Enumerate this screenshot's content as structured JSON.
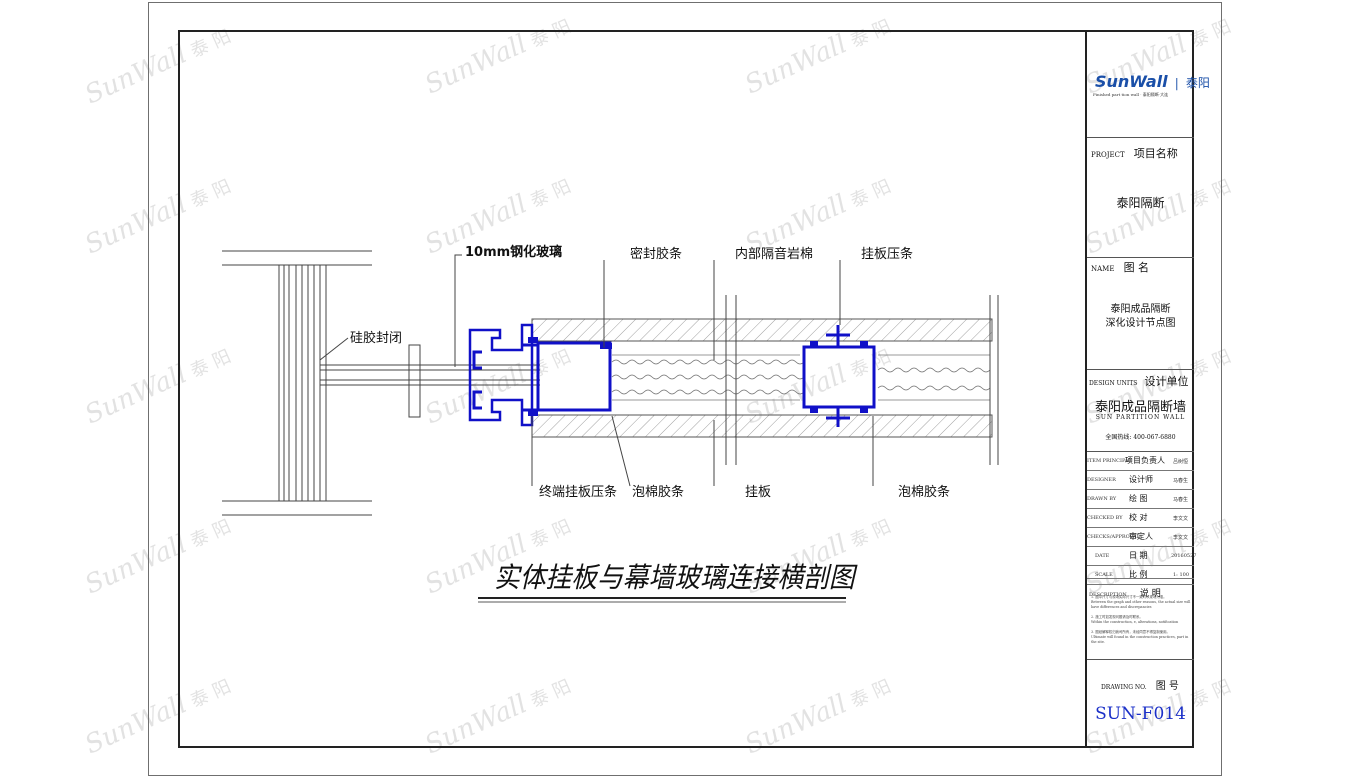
{
  "watermark": {
    "brand": "SunWall",
    "cn": "泰 阳"
  },
  "labels": {
    "glass": "10mm钢化玻璃",
    "silicone": "硅胶封闭",
    "seal_strip": "密封胶条",
    "rockwool": "内部隔音岩棉",
    "hang_clip": "挂板压条",
    "end_clip": "终端挂板压条",
    "foam_strip_1": "泡棉胶条",
    "hang_panel": "挂板",
    "foam_strip_2": "泡棉胶条"
  },
  "drawing_title": "实体挂板与幕墙玻璃连接横剖图",
  "titleblock": {
    "logo_text": "SunWall",
    "logo_cn": "泰阳",
    "logo_sub": "Finished part tion wall · 泰阳隔断·大连",
    "project_label": "PROJECT",
    "project_label_cn": "项目名称",
    "project_name": "泰阳隔断",
    "name_label": "NAME",
    "name_label_cn": "图 名",
    "drawing_name_1": "泰阳成品隔断",
    "drawing_name_2": "深化设计节点图",
    "design_units_label": "DESIGN UNITS",
    "design_units_cn": "设计单位",
    "company": "泰阳成品隔断墙",
    "company_en": "SUN PARTITION WALL",
    "hotline": "全国热线: 400-067-6880",
    "rows": [
      {
        "en": "ITEM PRINCIPAL",
        "cn": "项目负责人",
        "val": "吕树恒"
      },
      {
        "en": "DESIGNER",
        "cn": "设计师",
        "val": "马春生"
      },
      {
        "en": "DRAWN BY",
        "cn": "绘 图",
        "val": "马春生"
      },
      {
        "en": "CHECKED BY",
        "cn": "校 对",
        "val": "李文文"
      },
      {
        "en": "CHECKS/APPROVAL",
        "cn": "审定人",
        "val": "李文文"
      },
      {
        "en": "DATE",
        "cn": "日 期",
        "val": "20160527"
      },
      {
        "en": "SCALE",
        "cn": "比 例",
        "val": "1: 100"
      }
    ],
    "description_label": "DESCRIPTION",
    "description_cn": "说 明",
    "notes": [
      "1. 图中尺寸与现场实际尺寸不一致时以现场为准。",
      "Between the graph and other reasons, the actual size will have differences and discrepancies",
      "2. 施工时如发现问题请及时联系。",
      "Within the construction, e, alterations, notification",
      "3. 图纸解释权归我司所有，未经同意不得复制使用。",
      "Ultimate will found in the construction practices, part in the site."
    ],
    "drawing_no_label": "DRAWING NO.",
    "drawing_no_cn": "图 号",
    "drawing_no": "SUN-F014"
  }
}
